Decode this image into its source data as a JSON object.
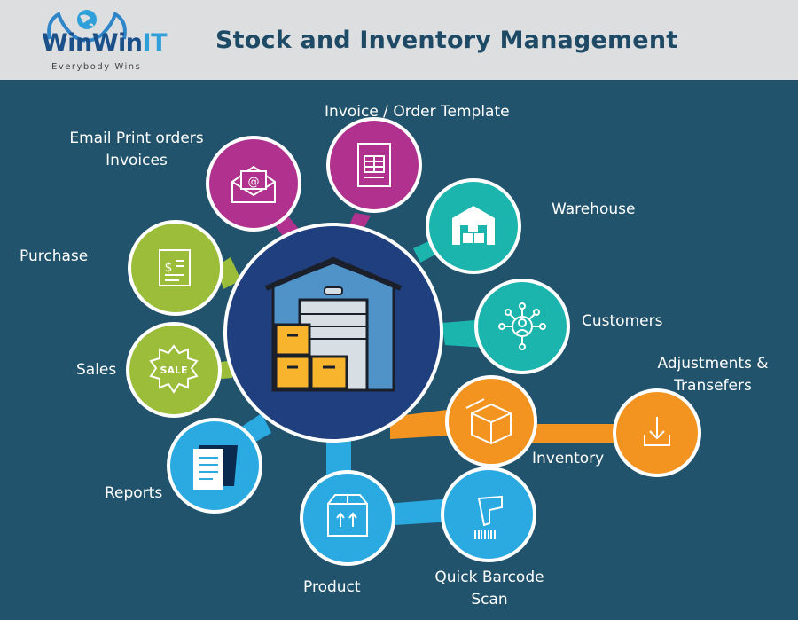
{
  "header": {
    "logo_part1": "WinWin",
    "logo_part2": "IT",
    "tagline": "Everybody Wins",
    "title": "Stock and Inventory Management"
  },
  "nodes": {
    "email": {
      "line1": "Email Print orders",
      "line2": "Invoices",
      "icon": "envelope-at-icon",
      "color": "#b0328e"
    },
    "invoice": {
      "label": "Invoice / Order Template",
      "icon": "invoice-template-icon",
      "color": "#b0328e"
    },
    "warehouse": {
      "label": "Warehouse",
      "icon": "warehouse-boxes-icon",
      "color": "#1bb5ad"
    },
    "customers": {
      "label": "Customers",
      "icon": "customer-network-icon",
      "color": "#1bb5ad"
    },
    "adjustments": {
      "line1": "Adjustments &",
      "line2": "Transefers",
      "icon": "download-tray-icon",
      "color": "#f39320"
    },
    "inventory": {
      "label": "Inventory",
      "icon": "open-box-icon",
      "color": "#f39320"
    },
    "barcode": {
      "line1": "Quick Barcode",
      "line2": "Scan",
      "icon": "barcode-scanner-icon",
      "color": "#2baae2"
    },
    "product": {
      "label": "Product",
      "icon": "product-box-icon",
      "color": "#2baae2"
    },
    "reports": {
      "label": "Reports",
      "icon": "report-documents-icon",
      "color": "#2baae2"
    },
    "sales": {
      "label": "Sales",
      "icon": "sale-badge-icon",
      "color": "#9bbd3a"
    },
    "purchase": {
      "label": "Purchase",
      "icon": "purchase-receipt-icon",
      "color": "#9bbd3a"
    },
    "center": {
      "icon": "warehouse-icon",
      "color": "#1f3f7f"
    }
  }
}
